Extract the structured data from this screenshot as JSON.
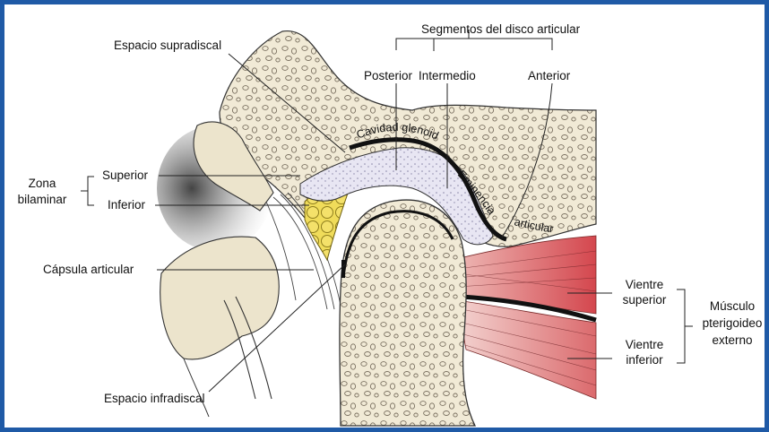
{
  "labels": {
    "segmentos": "Segmentos del disco articular",
    "posterior": "Posterior",
    "intermedio": "Intermedio",
    "anterior": "Anterior",
    "espacio_supradiscal": "Espacio supradiscal",
    "cavidad_glenoidea": "Cavidad glenoidea",
    "eminencia_articular_1": "Eminencia",
    "eminencia_articular_2": "articular",
    "zona_bilaminar_1": "Zona",
    "zona_bilaminar_2": "bilaminar",
    "superior": "Superior",
    "inferior": "Inferior",
    "capsula_articular": "Cápsula articular",
    "espacio_infradiscal": "Espacio infradiscal",
    "vientre_superior_1": "Vientre",
    "vientre_superior_2": "superior",
    "vientre_inferior_1": "Vientre",
    "vientre_inferior_2": "inferior",
    "musculo_1": "Músculo",
    "musculo_2": "pterigoideo",
    "musculo_3": "externo"
  },
  "colors": {
    "frame": "#1f5aa6",
    "bone": "#f1ead6",
    "disc": "#e6e4f1",
    "fat": "#f0dc5a",
    "muscle": "#d9585c",
    "line": "#222222"
  }
}
